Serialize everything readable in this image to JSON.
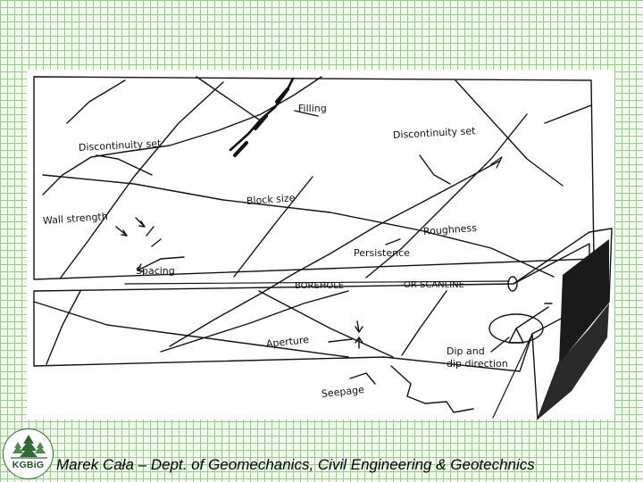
{
  "figure": {
    "labels": {
      "filling": "Filling",
      "discontinuity_set_left": "Discontinuity set",
      "discontinuity_set_right": "Discontinuity set",
      "block_size": "Block size",
      "wall_strength": "Wall strength",
      "roughness": "Roughness",
      "persistence": "Persistence",
      "spacing": "Spacing",
      "borehole": "BOREHOLE",
      "or_scanline": "OR SCANLINE",
      "aperture": "Aperture",
      "dip_and": "Dip and",
      "dip_direction": "dip direction",
      "seepage": "Seepage"
    }
  },
  "footer": {
    "logo_text": "KGBiG",
    "credit": "Marek Cała – Dept. of Geomechanics, Civil Engineering & Geotechnics"
  },
  "colors": {
    "grid_line": "#8fcf86",
    "background": "#f6fbef",
    "ink": "#111111",
    "logo_green": "#2f6b33"
  },
  "icons": [
    "tree-logo-icon",
    "north-arrow-icon"
  ]
}
